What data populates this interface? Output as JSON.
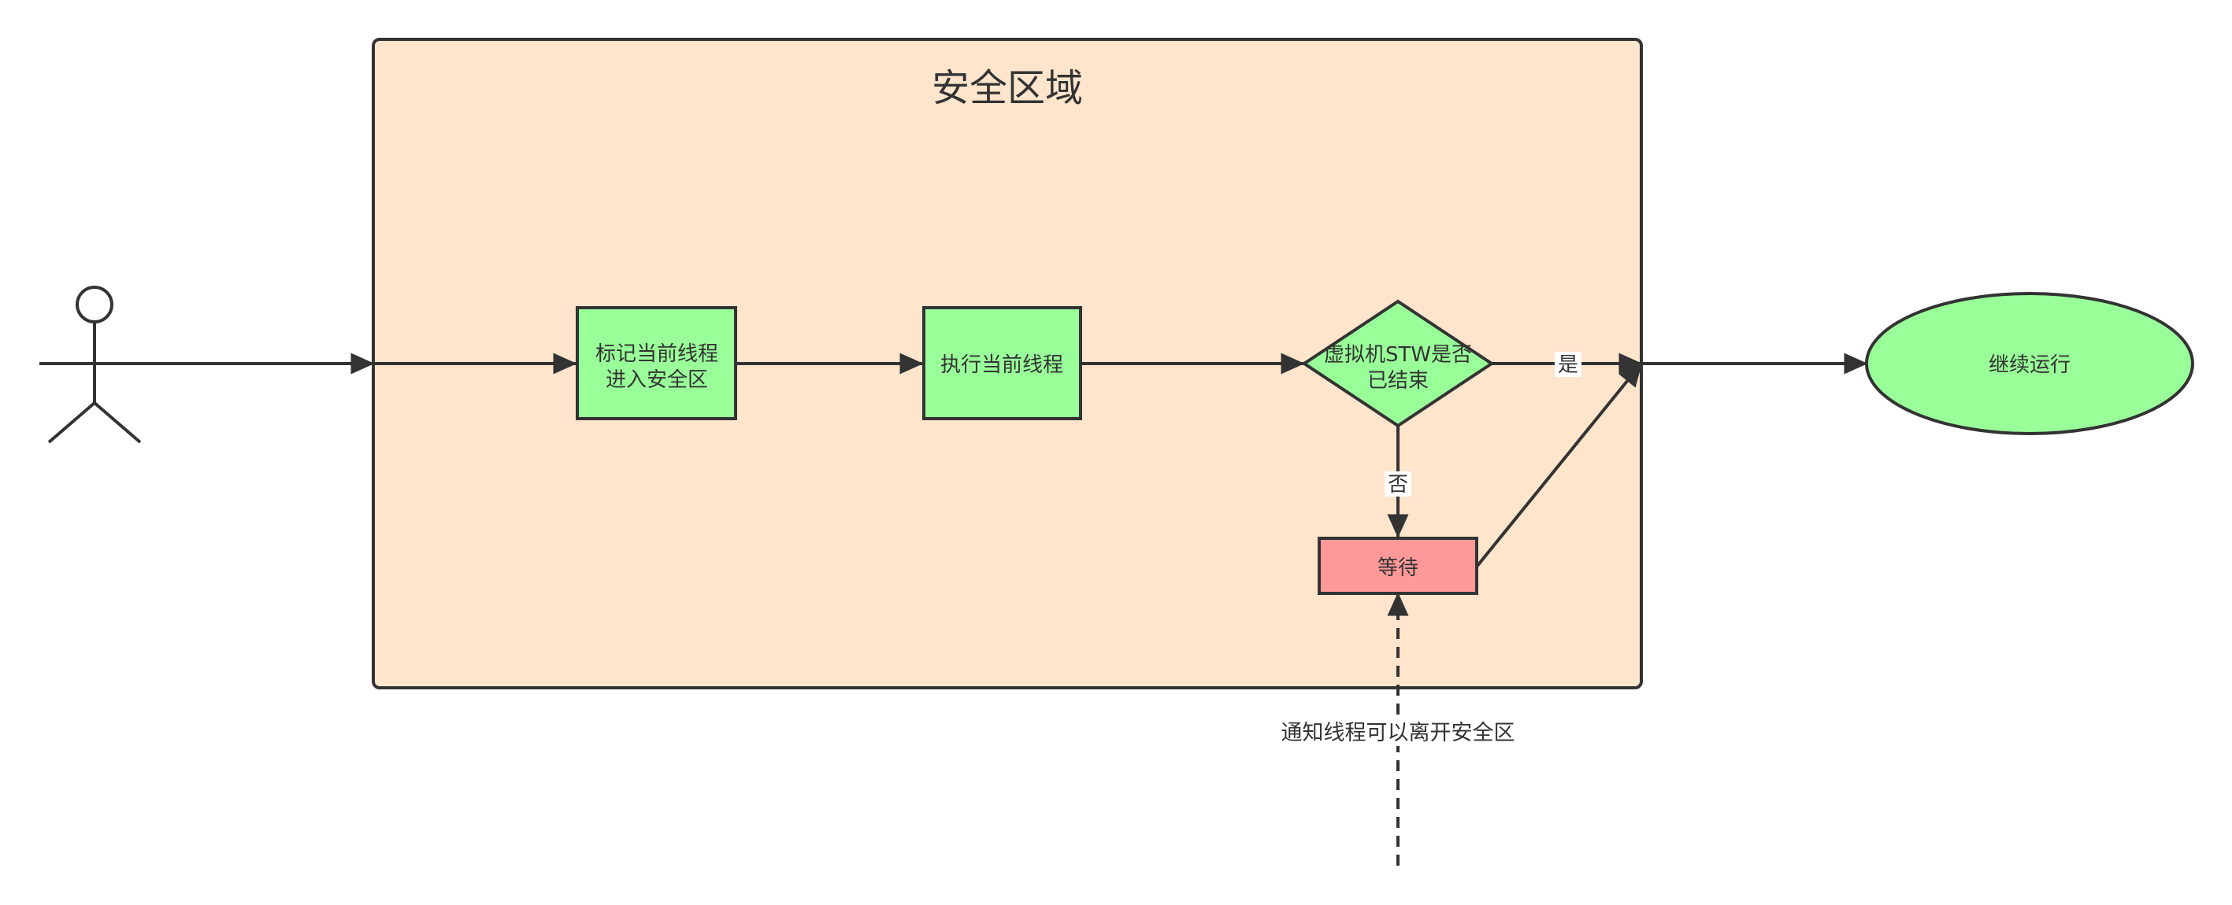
{
  "diagram": {
    "region": {
      "title": "安全区域"
    },
    "nodes": {
      "mark": {
        "line1": "标记当前线程",
        "line2": "进入安全区"
      },
      "exec": {
        "label": "执行当前线程"
      },
      "check": {
        "line1": "虚拟机STW是否",
        "line2": "已结束"
      },
      "wait": {
        "label": "等待"
      },
      "cont": {
        "label": "继续运行"
      }
    },
    "edges": {
      "yes": "是",
      "no": "否"
    },
    "annotation": "通知线程可以离开安全区"
  },
  "colors": {
    "region_fill": "#FFE5CC",
    "process_fill": "#99FF99",
    "wait_fill": "#FF9999",
    "stroke": "#333333"
  }
}
